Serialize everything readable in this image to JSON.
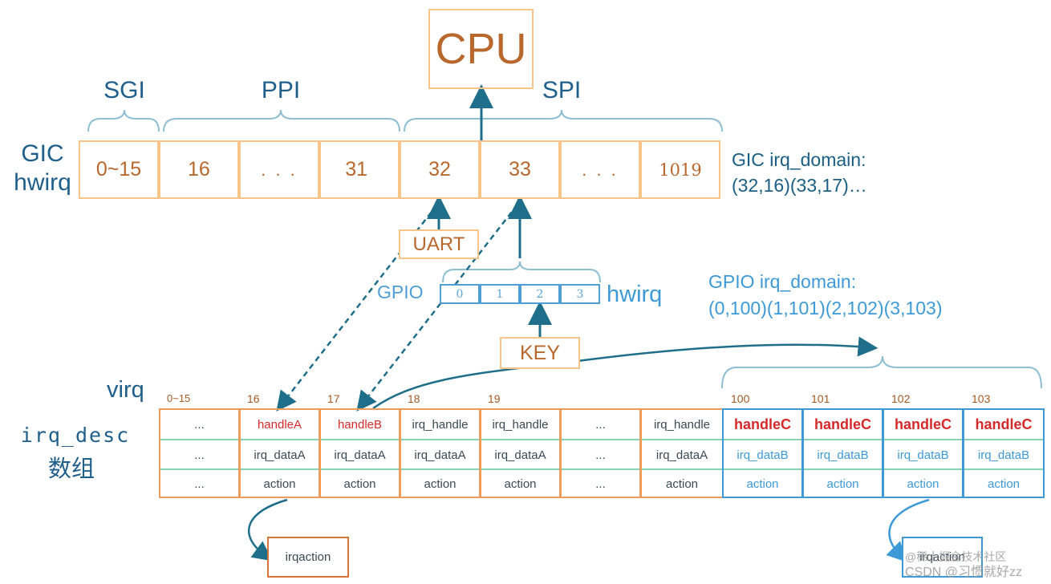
{
  "cpu": {
    "label": "CPU"
  },
  "brace_labels": {
    "sgi": "SGI",
    "ppi": "PPI",
    "spi": "SPI"
  },
  "gic": {
    "label_line1": "GIC",
    "label_line2": "hwirq",
    "cells": [
      "0~15",
      "16",
      ". . .",
      "31",
      "32",
      "33",
      ". . .",
      "1019"
    ],
    "domain_line1": "GIC irq_domain:",
    "domain_line2": "(32,16)(33,17)…"
  },
  "uart": {
    "label": "UART"
  },
  "key": {
    "label": "KEY"
  },
  "gpio": {
    "label": "GPIO",
    "hwirq_label": "hwirq",
    "cells": [
      "0",
      "1",
      "2",
      "3"
    ],
    "domain_line1": "GPIO irq_domain:",
    "domain_line2": "(0,100)(1,101)(2,102)(3,103)"
  },
  "virq": {
    "label": "virq"
  },
  "irq_desc": {
    "label_line1": "irq_desc",
    "label_line2": "数组",
    "columns": [
      {
        "index": "0~15",
        "handle": "...",
        "data": "...",
        "action": "..."
      },
      {
        "index": "16",
        "handle": "handleA",
        "data": "irq_dataA",
        "action": "action"
      },
      {
        "index": "17",
        "handle": "handleB",
        "data": "irq_dataA",
        "action": "action"
      },
      {
        "index": "18",
        "handle": "irq_handle",
        "data": "irq_dataA",
        "action": "action"
      },
      {
        "index": "19",
        "handle": "irq_handle",
        "data": "irq_dataA",
        "action": "action"
      },
      {
        "index": "",
        "handle": "...",
        "data": "...",
        "action": "..."
      },
      {
        "index": "",
        "handle": "irq_handle",
        "data": "irq_dataA",
        "action": "action"
      },
      {
        "index": "100",
        "handle": "handleC",
        "data": "irq_dataB",
        "action": "action"
      },
      {
        "index": "101",
        "handle": "handleC",
        "data": "irq_dataB",
        "action": "action"
      },
      {
        "index": "102",
        "handle": "handleC",
        "data": "irq_dataB",
        "action": "action"
      },
      {
        "index": "103",
        "handle": "handleC",
        "data": "irq_dataB",
        "action": "action"
      }
    ]
  },
  "irqaction_left": {
    "label": "irqaction"
  },
  "irqaction_right": {
    "label": "irqaction"
  },
  "watermark": {
    "line1": "@稀土掘金技术社区",
    "line2": "CSDN @习惯就好zz"
  },
  "colors": {
    "orange": "#f7c48a",
    "brown": "#b8682d",
    "teal": "#1f6f8b",
    "blue": "#3d9ad6",
    "red": "#d62a2a"
  }
}
